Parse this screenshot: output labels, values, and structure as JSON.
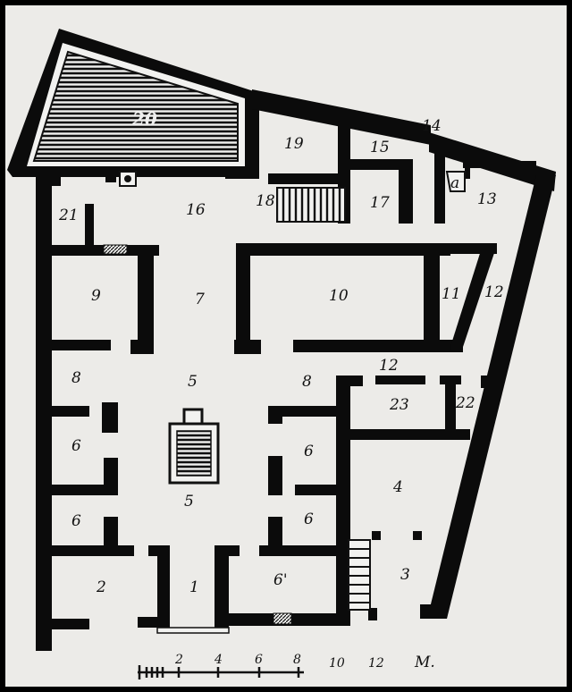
{
  "rooms": {
    "r20": "20",
    "r19": "19",
    "r15": "15",
    "r14": "14",
    "r13": "13",
    "r21": "21",
    "r16": "16",
    "r18": "18",
    "r17": "17",
    "ra": "a",
    "r9": "9",
    "r7": "7",
    "r10": "10",
    "r11": "11",
    "r12a": "12",
    "r8a": "8",
    "r5a": "5",
    "r8b": "8",
    "r12b": "12",
    "r23": "23",
    "r22": "22",
    "r6a": "6",
    "r6b": "6",
    "r4": "4",
    "r5b": "5",
    "r6c": "6",
    "r6d": "6",
    "r2": "2",
    "r1": "1",
    "r6p": "6'",
    "r3": "3"
  },
  "scale": {
    "ticks": [
      "2",
      "4",
      "6",
      "8",
      "10",
      "12"
    ],
    "unit": "M."
  }
}
